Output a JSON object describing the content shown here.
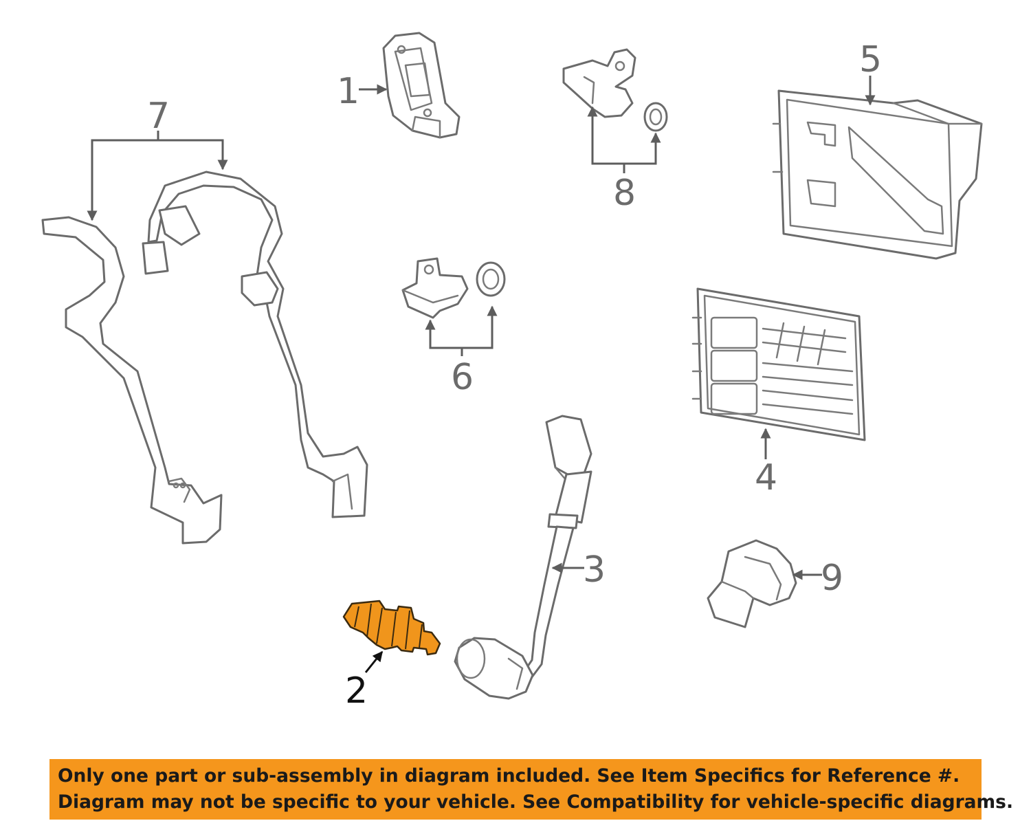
{
  "callouts": {
    "c1": "1",
    "c2": "2",
    "c3": "3",
    "c4": "4",
    "c5": "5",
    "c6": "6",
    "c7": "7",
    "c8": "8",
    "c9": "9"
  },
  "highlighted_part": "2",
  "banner": {
    "line1": "Only one part or sub-assembly in diagram included. See Item Specifics for Reference #.",
    "line2": "Diagram may not be specific to your vehicle. See Compatibility for vehicle-specific diagrams."
  },
  "colors": {
    "highlight": "#f0951c",
    "banner": "#f5961c",
    "line_art": "#6b6b6b"
  }
}
